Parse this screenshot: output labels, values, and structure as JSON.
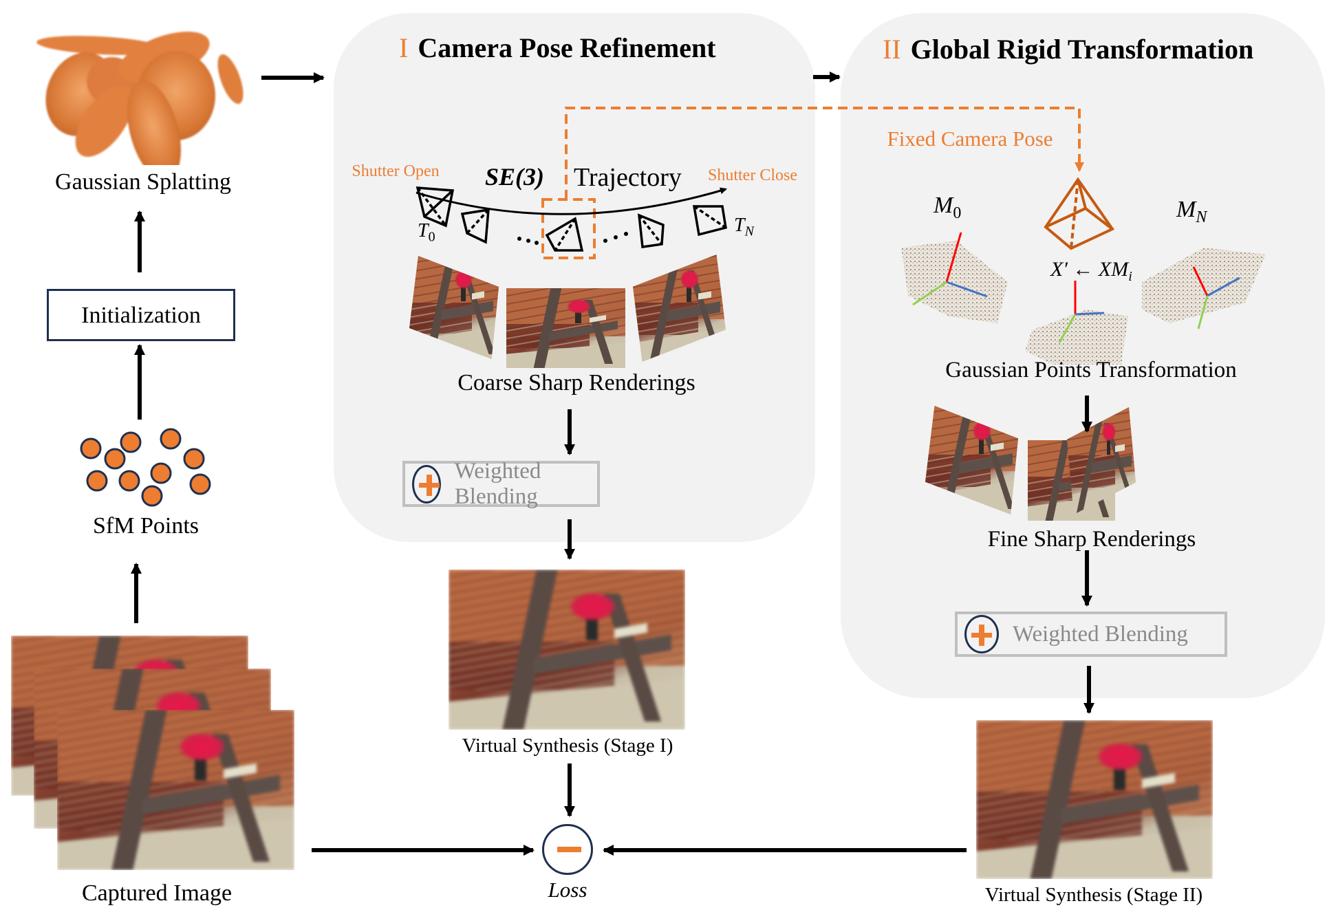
{
  "colors": {
    "accent_orange": "#ed7d31",
    "panel_bg": "#f2f2f2",
    "dark_navy": "#1f3050",
    "camera_brown": "#c55a11",
    "blend_border": "#bfbfbf",
    "blend_text": "#8a8a8a"
  },
  "left_column": {
    "gaussian_splatting_label": "Gaussian Splatting",
    "initialization_label": "Initialization",
    "sfm_points_label": "SfM Points",
    "captured_image_label": "Captured Image"
  },
  "stage1": {
    "number": "I",
    "title": "Camera Pose Refinement",
    "shutter_open": "Shutter Open",
    "shutter_close": "Shutter Close",
    "trajectory_math": "SE(3)",
    "trajectory_label": "Trajectory",
    "t0_label": "T",
    "t0_sub": "0",
    "tn_label": "T",
    "tn_sub": "N",
    "coarse_label": "Coarse Sharp Renderings",
    "blending_label": "Weighted Blending",
    "synthesis_label": "Virtual Synthesis (Stage I)"
  },
  "stage2": {
    "number": "II",
    "title": "Global Rigid Transformation",
    "fixed_pose_label": "Fixed Camera Pose",
    "m0_label": "M",
    "m0_sub": "0",
    "mn_label": "M",
    "mn_sub": "N",
    "transform_eq": "X′ ← XM",
    "transform_eq_sub": "i",
    "gaussian_points_label": "Gaussian Points Transformation",
    "fine_label": "Fine Sharp Renderings",
    "blending_label": "Weighted Blending",
    "synthesis_label": "Virtual Synthesis (Stage II)"
  },
  "loss": {
    "label": "Loss",
    "operator": "−"
  }
}
